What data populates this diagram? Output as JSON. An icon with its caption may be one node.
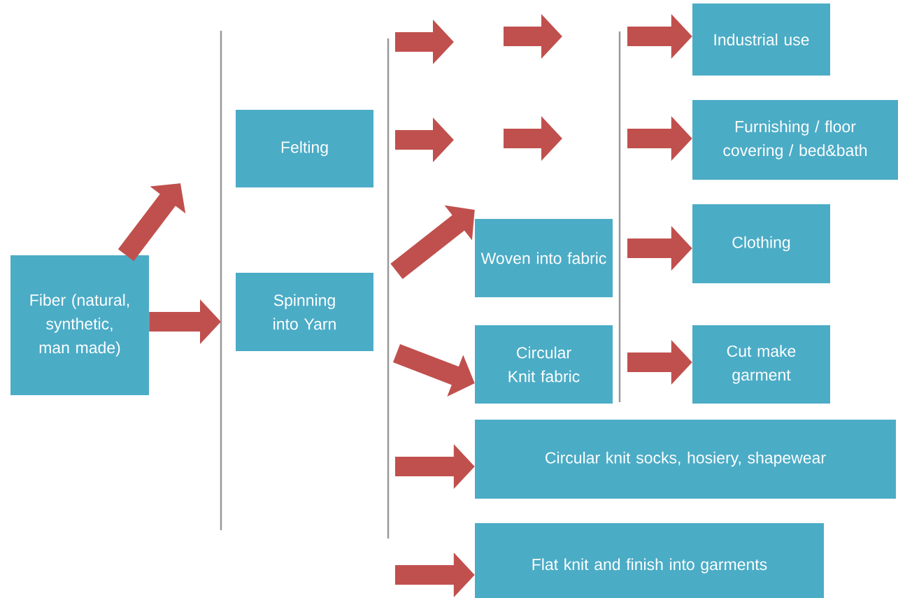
{
  "diagram": {
    "nodes": [
      {
        "text": [
          "Fiber (natural, synthetic, man made)"
        ]
      },
      {
        "text": [
          "Felting"
        ]
      },
      {
        "text": [
          "Spinning into Yarn"
        ]
      },
      {
        "text": [
          "Woven into fabric"
        ]
      },
      {
        "text": [
          "Circular Knit fabric"
        ]
      },
      {
        "text": [
          "Industrial use"
        ]
      },
      {
        "text": [
          "Furnishing / floor covering / bed&bath"
        ]
      },
      {
        "text": [
          "Clothing"
        ]
      },
      {
        "text": [
          "Cut make garment"
        ]
      },
      {
        "text": [
          "Circular knit socks, hosiery, shapewear"
        ]
      },
      {
        "text": [
          "Flat knit and finish into garments"
        ]
      }
    ],
    "edges": [
      {
        "from": 0,
        "to": null,
        "arrow": "to"
      },
      {
        "from": 0,
        "to": null,
        "arrow": "to"
      },
      {
        "from": null,
        "to": 3,
        "arrow": "to"
      },
      {
        "from": null,
        "to": 4,
        "arrow": "to"
      },
      {
        "from": null,
        "to": 9,
        "arrow": "to"
      },
      {
        "from": null,
        "to": 10,
        "arrow": "to"
      },
      {
        "from": null,
        "to": 5,
        "arrow": "to"
      },
      {
        "from": null,
        "to": 6,
        "arrow": "to"
      },
      {
        "from": null,
        "to": 7,
        "arrow": "to"
      },
      {
        "from": null,
        "to": 8,
        "arrow": "to"
      }
    ]
  }
}
